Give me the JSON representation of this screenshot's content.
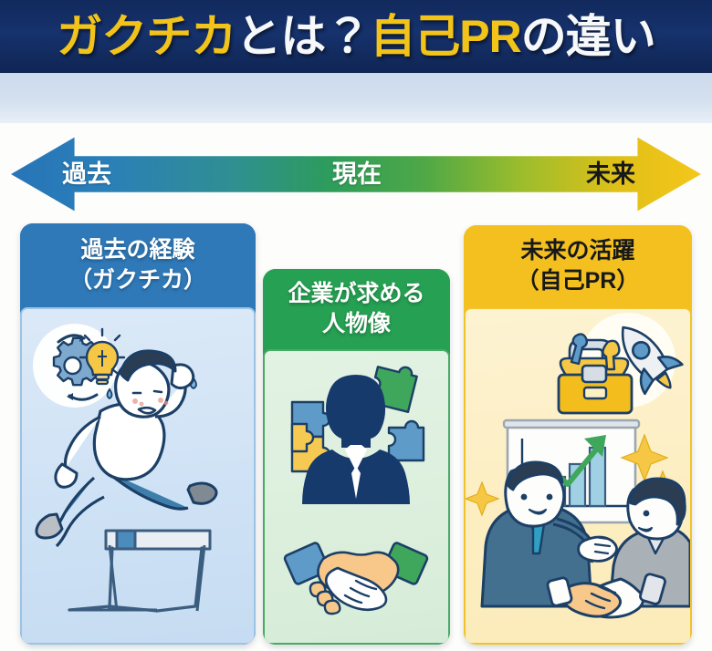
{
  "title": {
    "segments": [
      {
        "text": "ガクチカ",
        "color": "#f2c319"
      },
      {
        "text": "とは？",
        "color": "#f7f8fa"
      },
      {
        "text": "自己PR",
        "color": "#f2c319"
      },
      {
        "text": "の違い",
        "color": "#f7f8fa"
      }
    ],
    "full_text": "ガクチカとは？自己PRの違い",
    "part_1": "ガクチカ",
    "part_2": "とは？",
    "part_3": "自己PR",
    "part_4": "の違い",
    "background_color": "#16326d"
  },
  "timeline": {
    "past_label": "過去",
    "present_label": "現在",
    "future_label": "未来",
    "gradient_start_color": "#2775b8",
    "gradient_mid_color": "#2d9c5c",
    "gradient_end_color": "#f5c61a",
    "direction": "double-headed"
  },
  "cards": [
    {
      "id": "past",
      "heading_line1": "過去の経験",
      "heading_line2": "（ガクチカ）",
      "header_color": "#2f79b8",
      "header_text_color": "#ffffff",
      "body_color": "#d2e4f6",
      "illustration": "student-jumping-hurdle-with-gear-lightbulb-badge"
    },
    {
      "id": "company",
      "heading_line1": "企業が求める",
      "heading_line2": "人物像",
      "header_color": "#26a052",
      "header_text_color": "#ffffff",
      "body_color": "#ddefde",
      "illustration": "person-silhouette-with-puzzle-pieces-and-handshake"
    },
    {
      "id": "future",
      "heading_line1": "未来の活躍",
      "heading_line2": "（自己PR）",
      "header_color": "#f3c020",
      "header_text_color": "#17181a",
      "body_color": "#fdeec4",
      "illustration": "business-handshake-with-growth-chart-toolbox-rocket"
    }
  ]
}
